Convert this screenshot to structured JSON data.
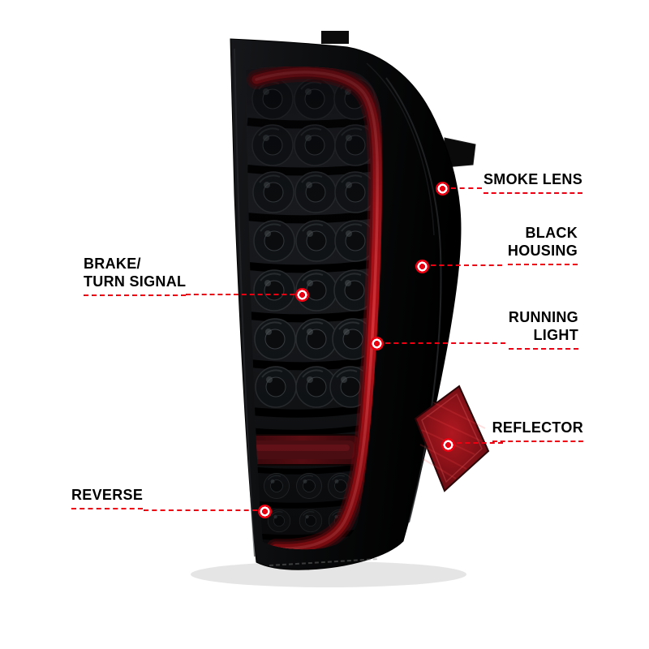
{
  "figure": {
    "kind": "annotated product image",
    "background_color": "#ffffff",
    "accent_color": "#ec0012",
    "housing_color": "#0a0a0a",
    "light_bar_color": "#b31118"
  },
  "callouts": {
    "smoke_lens": {
      "side": "right",
      "lines": [
        "SMOKE LENS"
      ]
    },
    "black_housing": {
      "side": "right",
      "lines": [
        "BLACK",
        "HOUSING"
      ]
    },
    "running_light": {
      "side": "right",
      "lines": [
        "RUNNING",
        "LIGHT"
      ]
    },
    "reflector": {
      "side": "right",
      "lines": [
        "REFLECTOR"
      ]
    },
    "brake_turn_signal": {
      "side": "left",
      "lines": [
        "BRAKE/",
        "TURN SIGNAL"
      ]
    },
    "reverse": {
      "side": "left",
      "lines": [
        "REVERSE"
      ]
    }
  }
}
